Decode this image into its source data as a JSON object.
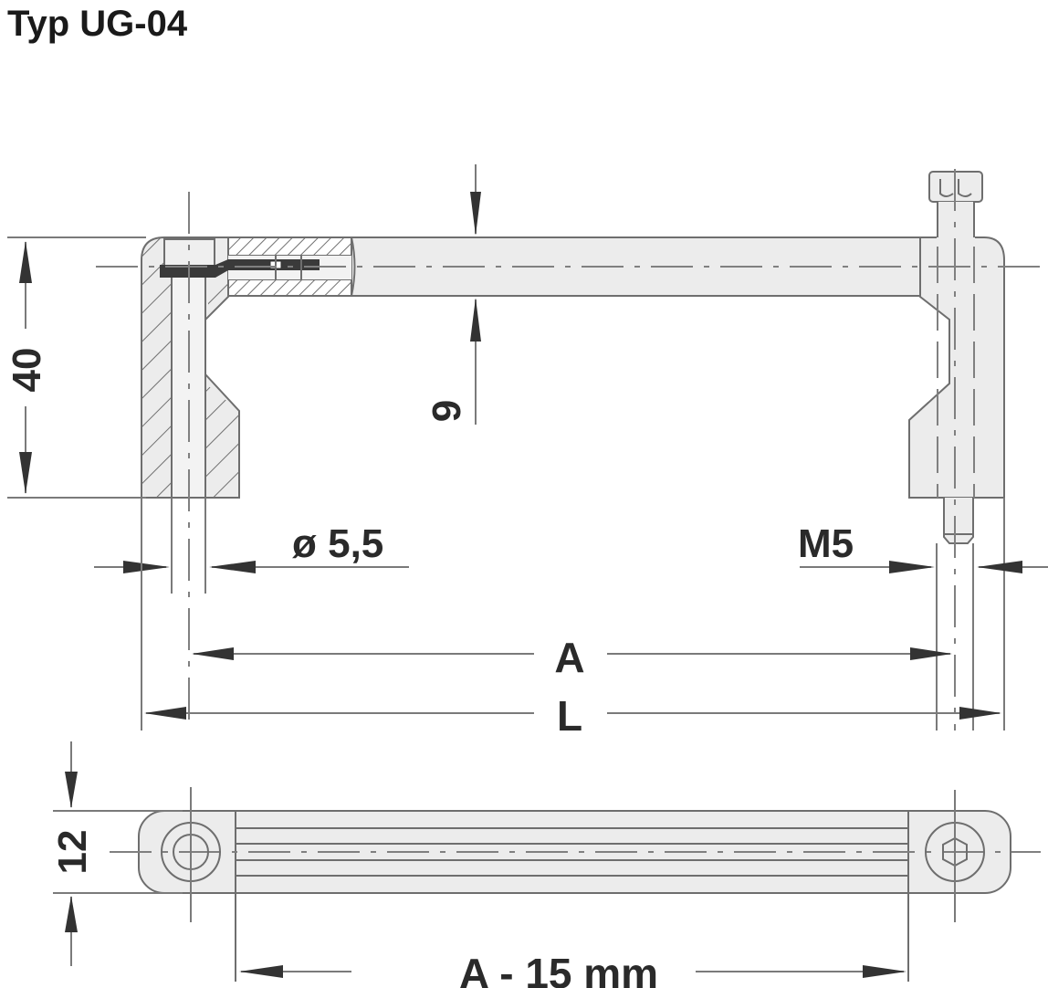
{
  "title": "Typ UG-04",
  "dimensions": {
    "height": "40",
    "bar_thickness": "9",
    "hole_diameter": "ø 5,5",
    "thread": "M5",
    "center_distance": "A",
    "overall_length": "L",
    "width": "12",
    "grip_length": "A - 15 mm"
  },
  "colors": {
    "part_fill": "#ececec",
    "line": "#6e6e6e",
    "text": "#2a2a2a",
    "background": "#ffffff"
  }
}
